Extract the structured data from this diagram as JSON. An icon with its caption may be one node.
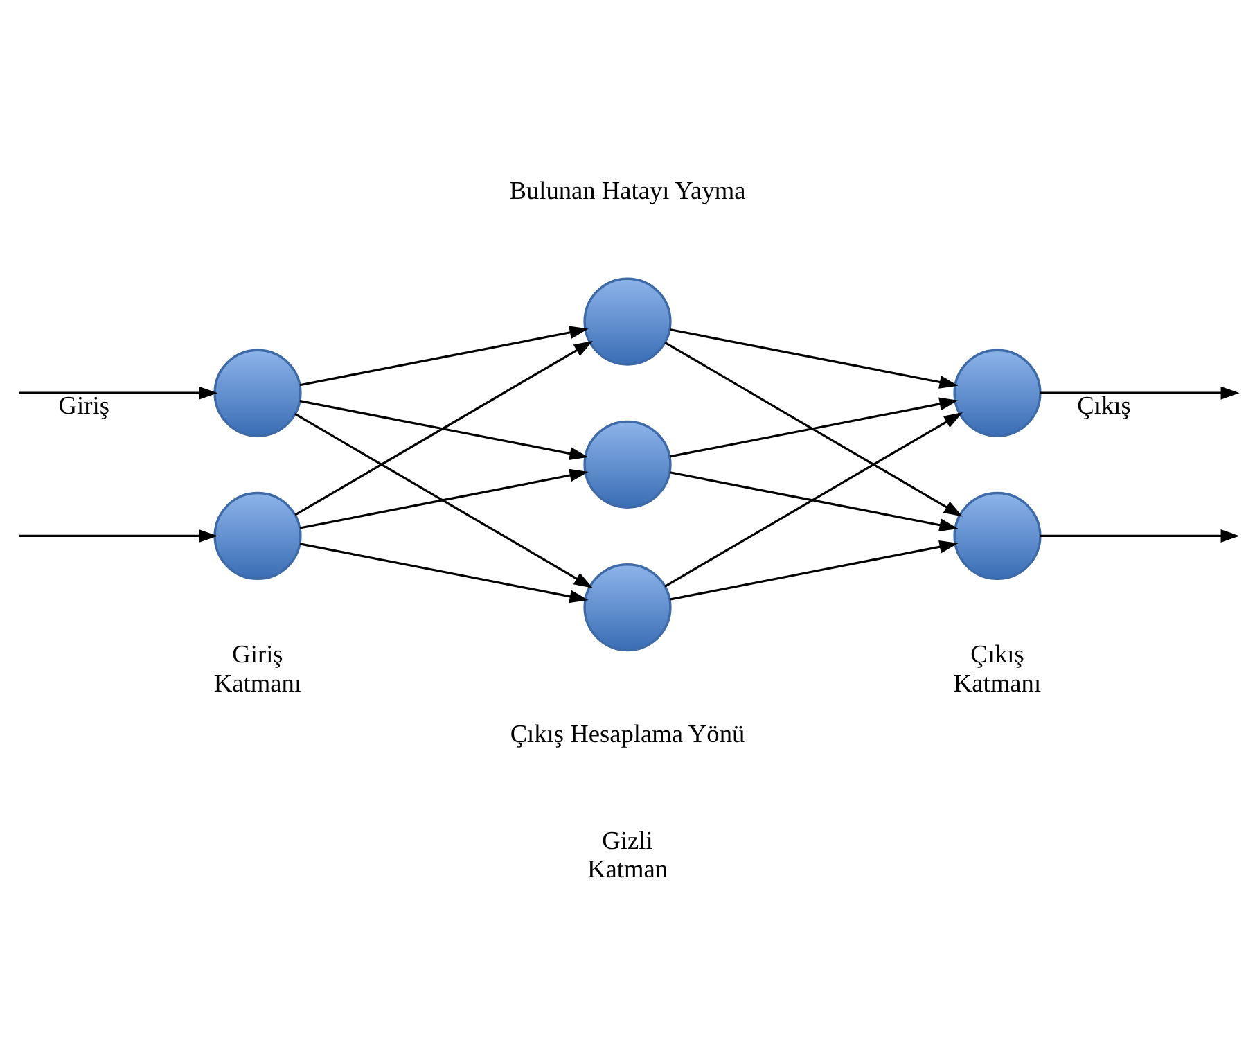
{
  "diagram": {
    "nodes": [
      {
        "text": [],
        "shape": "circle"
      },
      {
        "text": [],
        "shape": "circle"
      },
      {
        "text": [],
        "shape": "circle"
      },
      {
        "text": [],
        "shape": "circle"
      },
      {
        "text": [],
        "shape": "circle"
      },
      {
        "text": [],
        "shape": "circle"
      },
      {
        "text": [],
        "shape": "circle"
      }
    ],
    "edges": [
      {
        "from": null,
        "to": 0,
        "arrow": "to",
        "label": "Giriş"
      },
      {
        "from": null,
        "to": 1,
        "arrow": "to"
      },
      {
        "from": 0,
        "to": 2,
        "arrow": "to"
      },
      {
        "from": 0,
        "to": 3,
        "arrow": "to"
      },
      {
        "from": 0,
        "to": 4,
        "arrow": "to"
      },
      {
        "from": 1,
        "to": 2,
        "arrow": "to"
      },
      {
        "from": 1,
        "to": 3,
        "arrow": "to"
      },
      {
        "from": 1,
        "to": 4,
        "arrow": "to"
      },
      {
        "from": 2,
        "to": 5,
        "arrow": "to"
      },
      {
        "from": 2,
        "to": 6,
        "arrow": "to"
      },
      {
        "from": 3,
        "to": 5,
        "arrow": "to"
      },
      {
        "from": 3,
        "to": 6,
        "arrow": "to"
      },
      {
        "from": 4,
        "to": 5,
        "arrow": "to"
      },
      {
        "from": 4,
        "to": 6,
        "arrow": "to"
      },
      {
        "from": 5,
        "to": null,
        "arrow": "to",
        "label": "Çıkış"
      },
      {
        "from": 6,
        "to": null,
        "arrow": "to"
      }
    ],
    "labels": [
      "Bulunan Hatayı Yayma",
      "Çıkış Hesaplama Yönü",
      "Giriş Katmanı",
      "Gizli Katman",
      "Çıkış Katmanı"
    ]
  }
}
